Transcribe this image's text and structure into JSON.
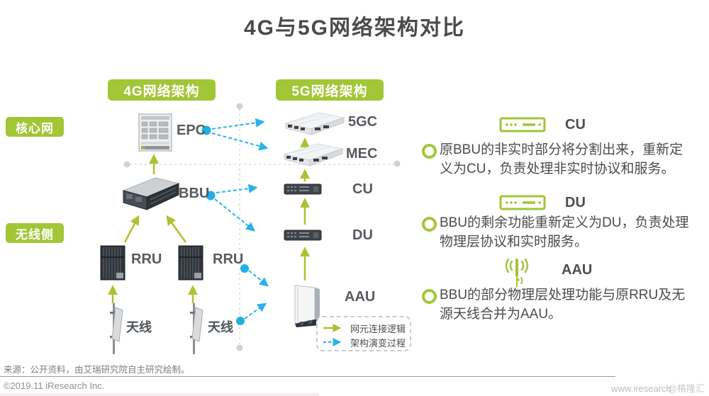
{
  "title": "4G与5G网络架构对比",
  "headers": {
    "g4": "4G网络架构",
    "g5": "5G网络架构"
  },
  "side_labels": {
    "core": "核心网",
    "wireless": "无线侧"
  },
  "nodes": {
    "epc": "EPC",
    "bbu": "BBU",
    "rru1": "RRU",
    "rru2": "RRU",
    "ant1": "天线",
    "ant2": "天线",
    "gc5": "5GC",
    "mec": "MEC",
    "cu": "CU",
    "du": "DU",
    "aau": "AAU"
  },
  "legend": {
    "solid": "网元连接逻辑",
    "dashed": "架构演变过程"
  },
  "explanations": [
    {
      "term": "CU",
      "icon": "server-rack-icon",
      "text": "原BBU的非实时部分将分割出来，重新定义为CU，负责处理非实时协议和服务。"
    },
    {
      "term": "DU",
      "icon": "server-rack-icon",
      "text": "BBU的剩余功能重新定义为DU，负责处理物理层协议和实时服务。"
    },
    {
      "term": "AAU",
      "icon": "antenna-icon",
      "text": "BBU的部分物理层处理功能与原RRU及无源天线合并为AAU。"
    }
  ],
  "footer": {
    "source": "来源：公开资料，由艾瑞研究院自主研究绘制。",
    "copyright": "©2019.11 iResearch Inc.",
    "website": "www.iresearch",
    "watermark": "@格隆汇"
  },
  "colors": {
    "green": "#a2c636",
    "cyan": "#2ab3e6",
    "title_gray": "#4a4a4a"
  }
}
